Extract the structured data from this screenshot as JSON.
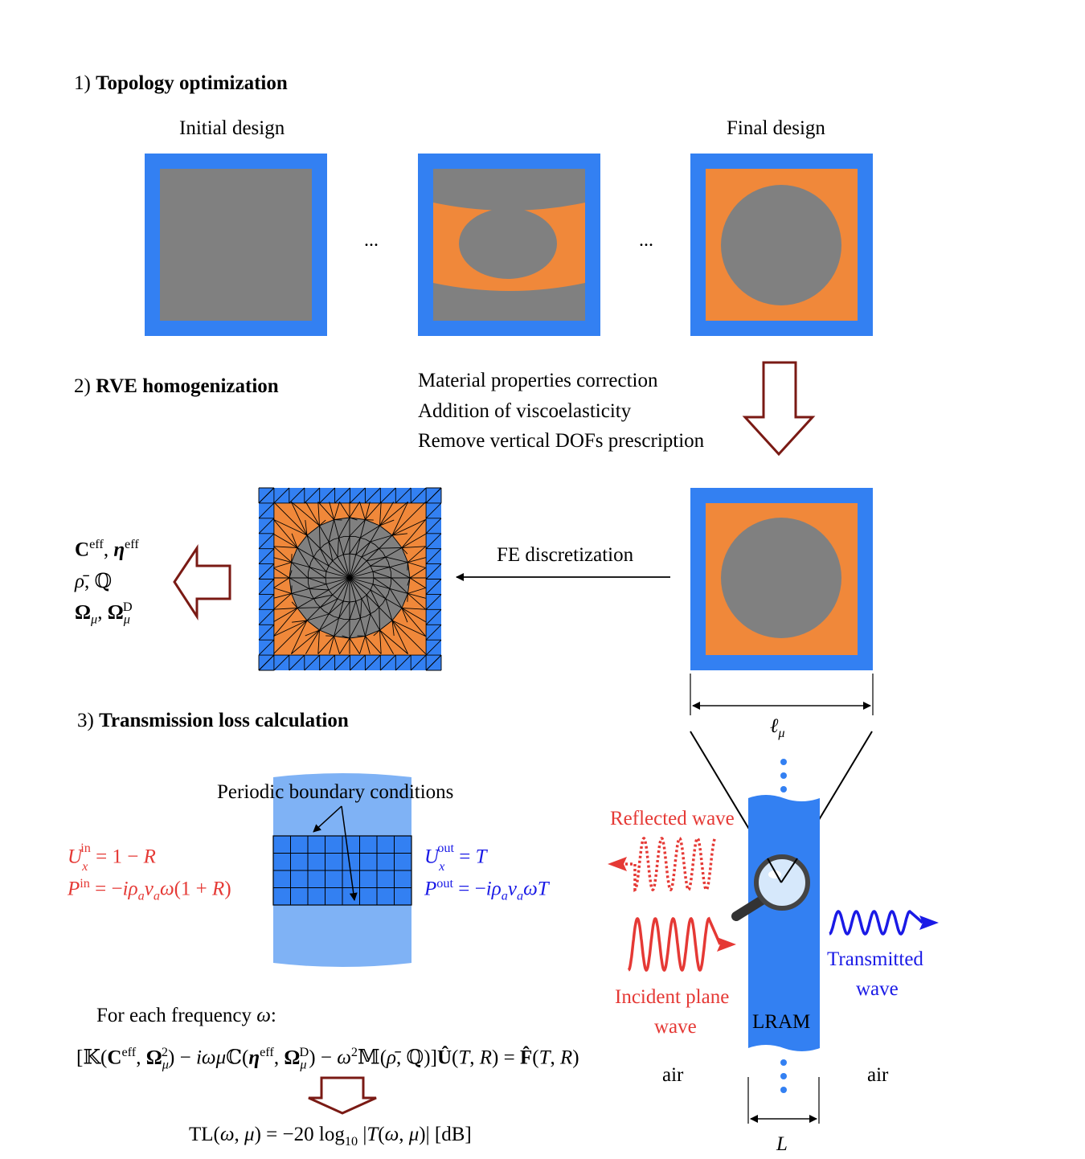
{
  "section1": {
    "num": "1)",
    "title": "Topology optimization",
    "initial": "Initial design",
    "final": "Final design",
    "dots": [
      "...",
      "..."
    ]
  },
  "section2": {
    "num": "2)",
    "title": "RVE homogenization",
    "steps": [
      "Material properties correction",
      "Addition of viscoelasticity",
      "Remove vertical DOFs prescription"
    ],
    "fe_label": "FE discretization",
    "outputs": [
      "Ceff, ηeff",
      "ρ̄, ℚ",
      "Ωμ, ΩμD"
    ],
    "width_label": "ℓμ"
  },
  "section3": {
    "num": "3)",
    "title": "Transmission loss calculation",
    "pbc": "Periodic boundary conditions",
    "in_eq1": "U x in = 1 − R",
    "in_eq2": "P in = −iρa va ω(1 + R)",
    "out_eq1": "U x out = T",
    "out_eq2": "P out = −iρa va ωT",
    "reflected": "Reflected wave",
    "incident1": "Incident plane",
    "incident2": "wave",
    "transmitted1": "Transmitted",
    "transmitted2": "wave",
    "lram": "LRAM",
    "air_left": "air",
    "air_right": "air",
    "L": "L",
    "freq": "For each frequency ω:",
    "system": "[𝕂(Ceff, Ωμ2) − iωμℂ(ηeff, ΩμD) − ω2𝕄(ρ̄, ℚ)]Û(T, R) = F̂(T, R)",
    "tl": "TL(ω, μ) = −20 log10 |T(ω, μ)| [dB]"
  },
  "colors": {
    "blue": "#3380f2",
    "orange": "#f0883a",
    "gray": "#808080",
    "darkred": "#7a1a14",
    "lightblue": "#7fb2f5",
    "red": "#e53935",
    "navy": "#1a1ae6"
  }
}
